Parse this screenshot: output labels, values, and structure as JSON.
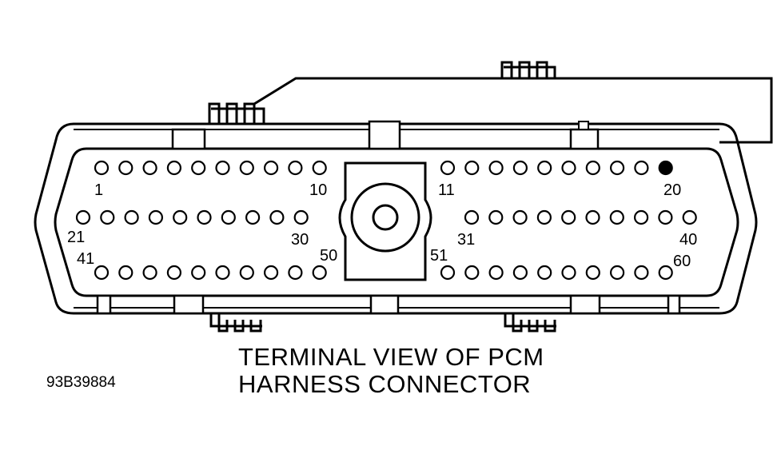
{
  "caption": {
    "line1": "TERMINAL VIEW OF PCM",
    "line2": "HARNESS CONNECTOR"
  },
  "figure_id": "93B39884",
  "pin_labels": {
    "p1": "1",
    "p10": "10",
    "p11": "11",
    "p20": "20",
    "p21": "21",
    "p30": "30",
    "p31": "31",
    "p40": "40",
    "p41": "41",
    "p50": "50",
    "p51": "51",
    "p60": "60"
  },
  "highlighted_pin": 20,
  "colors": {
    "ink": "#000000",
    "paper": "#ffffff"
  }
}
